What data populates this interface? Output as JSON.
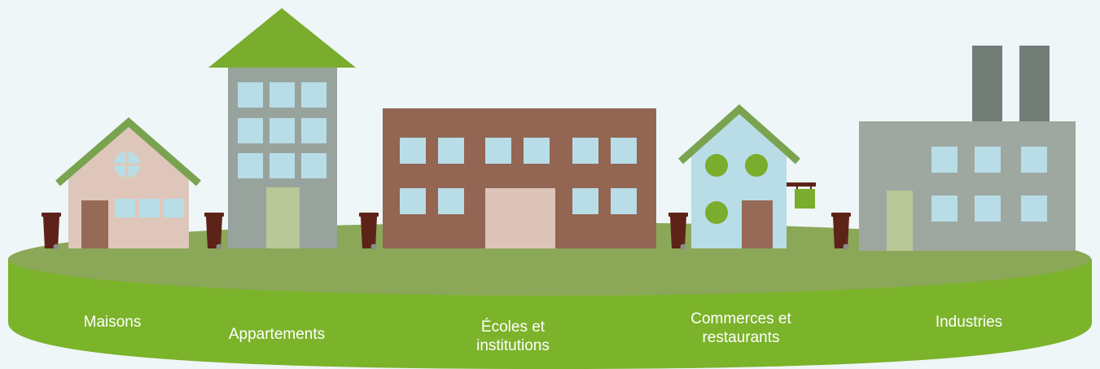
{
  "labels": {
    "maisons": "Maisons",
    "appartements": "Appartements",
    "ecoles_line1": "Écoles et",
    "ecoles_line2": "institutions",
    "commerces_line1": "Commerces et",
    "commerces_line2": "restaurants",
    "industries": "Industries"
  },
  "colors": {
    "background": "#eef6f8",
    "grass_top": "#8aa857",
    "grass_side": "#7bb32a",
    "roof_green": "#7aac2e",
    "roof_trim": "#7aa350",
    "house_wall": "#dec7ba",
    "door_brown": "#966a57",
    "window_blue": "#b8dde7",
    "tower_gray": "#99a39d",
    "door_sage": "#b8c896",
    "school_brown": "#926653",
    "door_beige": "#dcc5b8",
    "shop_blue": "#b8dde7",
    "round_window_green": "#7aac2e",
    "factory_gray": "#9ea8a0",
    "chimney_gray": "#727d78",
    "bin_brown": "#5e2318"
  },
  "icons": [
    "house-icon",
    "apartment-tower-icon",
    "school-building-icon",
    "shop-icon",
    "factory-icon",
    "trash-bin-icon"
  ]
}
